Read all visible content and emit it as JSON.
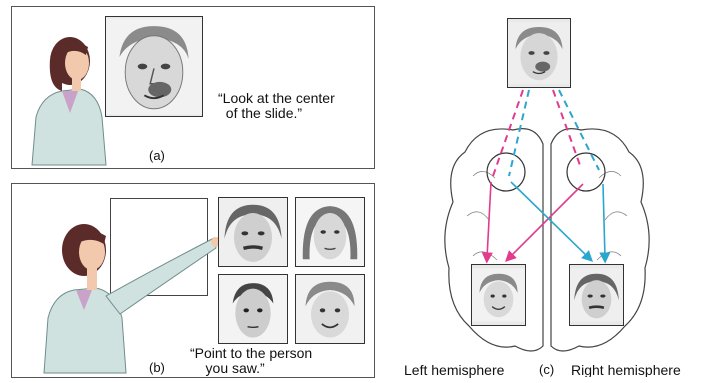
{
  "panel_a": {
    "label": "(a)",
    "quote": "“Look at the center\n  of the slide.”"
  },
  "panel_b": {
    "label": "(b)",
    "quote": "“Point to the person\n    you saw.”"
  },
  "panel_c": {
    "label": "(c)",
    "left_label": "Left hemisphere",
    "right_label": "Right hemisphere"
  },
  "colors": {
    "left_path": "#e23a8d",
    "right_path": "#2aa6cf",
    "coat": "#cfe2e0",
    "hair": "#5b2b2a"
  }
}
